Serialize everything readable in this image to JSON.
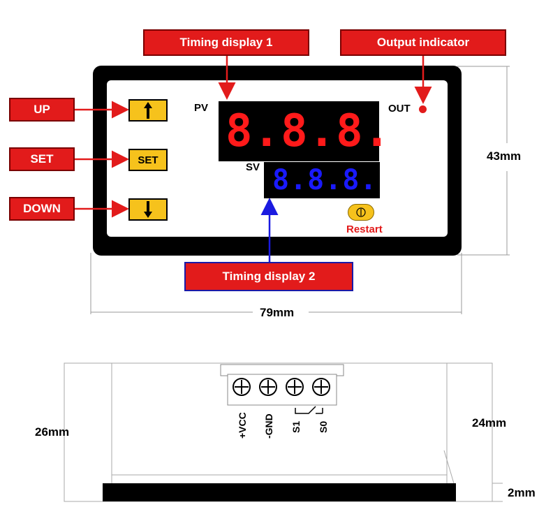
{
  "callouts": {
    "timing_display_1": "Timing display 1",
    "output_indicator": "Output indicator",
    "up": "UP",
    "set": "SET",
    "down": "DOWN",
    "timing_display_2": "Timing display 2"
  },
  "panel": {
    "pv_label": "PV",
    "sv_label": "SV",
    "out_label": "OUT",
    "set_button": "SET",
    "restart_label": "Restart",
    "pv_digits": "8.8.8.",
    "sv_digits": "8.8.8."
  },
  "dimensions": {
    "height": "43mm",
    "width": "79mm",
    "depth": "26mm",
    "body_depth": "24mm",
    "bezel": "2mm"
  },
  "terminals": [
    "+VCC",
    "-GND",
    "S1",
    "S0"
  ],
  "colors": {
    "callout_red": "#e21b1b",
    "callout_blue_border": "#1a1aa8",
    "button_yellow": "#f6c21c",
    "pv_red": "#ff1a1a",
    "sv_blue": "#1a1aff"
  }
}
